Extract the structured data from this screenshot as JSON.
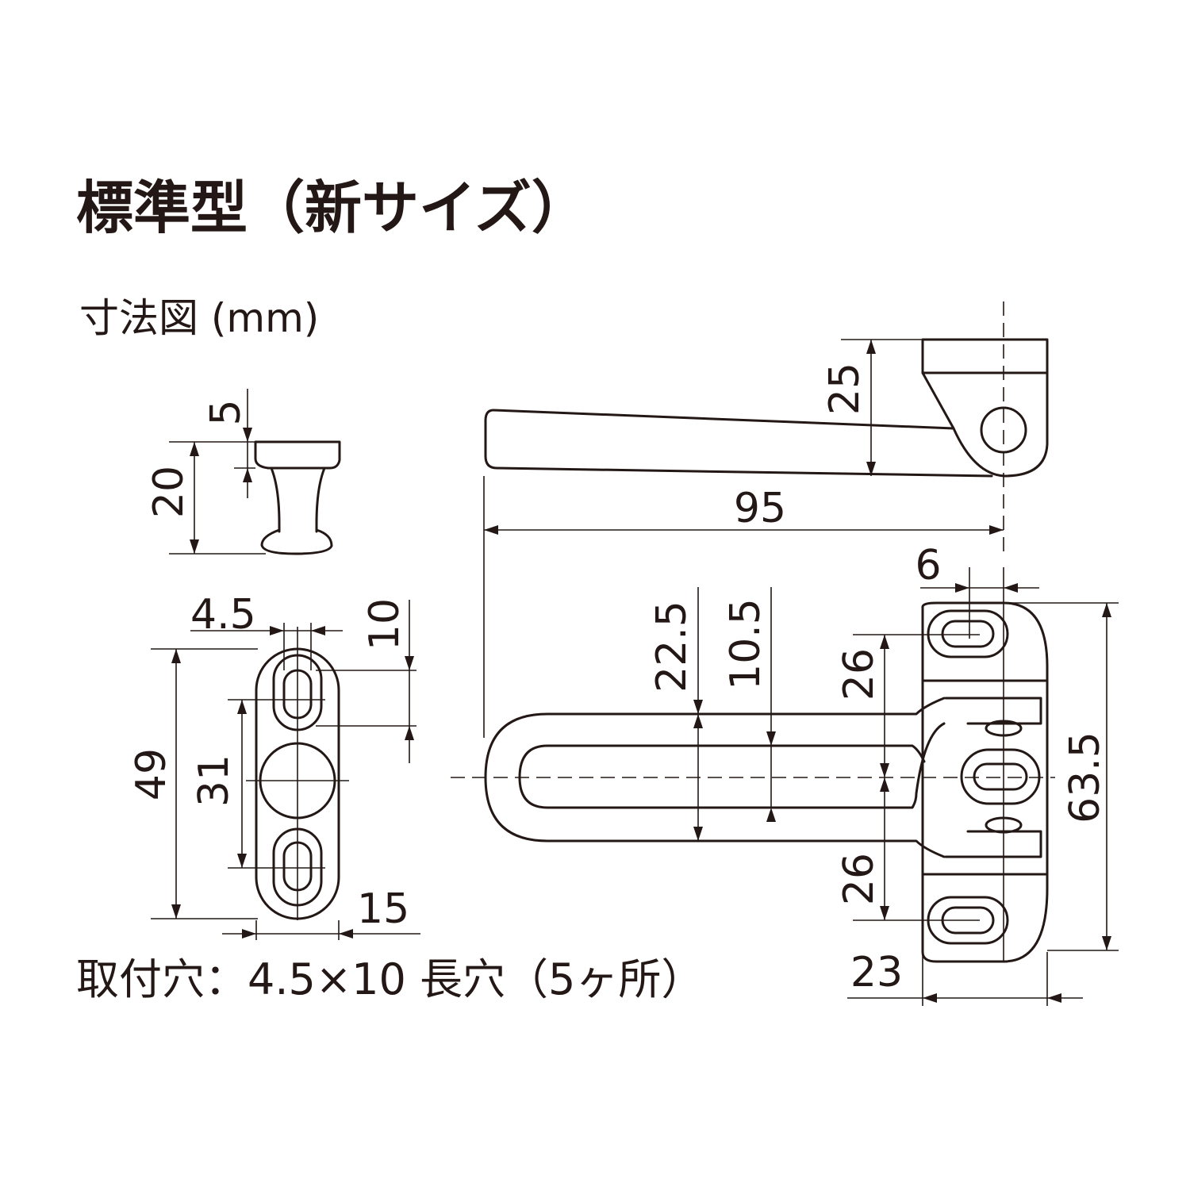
{
  "title": "標準型（新サイズ）",
  "subtitle": "寸法図 (mm)",
  "note": "取付穴：4.5×10 長穴（5ヶ所）",
  "dimensions": {
    "knob_cap": "5",
    "knob_height": "20",
    "slot_width": "4.5",
    "slot_length": "10",
    "plate_height": "49",
    "hole_pitch": "31",
    "plate_width": "15",
    "arm_length": "95",
    "arm_height": "25",
    "slot_offset": "6",
    "outer_width": "22.5",
    "inner_width": "10.5",
    "pitch_upper": "26",
    "pitch_lower": "26",
    "base_height": "63.5",
    "base_width": "23"
  },
  "colors": {
    "line": "#231815",
    "background": "#ffffff"
  }
}
